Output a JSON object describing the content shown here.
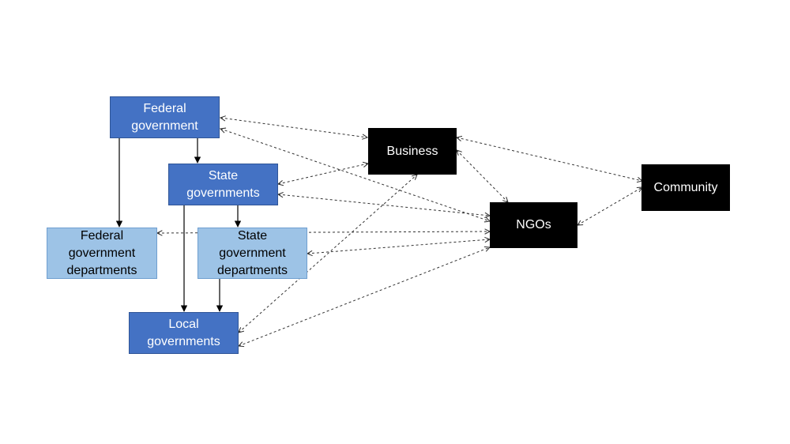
{
  "nodes": {
    "federal_government": "Federal\ngovernment",
    "state_governments": "State\ngovernments",
    "federal_govt_departments": "Federal\ngovernment\ndepartments",
    "state_govt_departments": "State\ngovernment\ndepartments",
    "local_governments": "Local\ngovernments",
    "business": "Business",
    "ngos": "NGOs",
    "community": "Community"
  },
  "colors": {
    "government": "#4472c4",
    "government_departments": "#9dc3e6",
    "non_government": "#000000",
    "connector": "#333333"
  }
}
